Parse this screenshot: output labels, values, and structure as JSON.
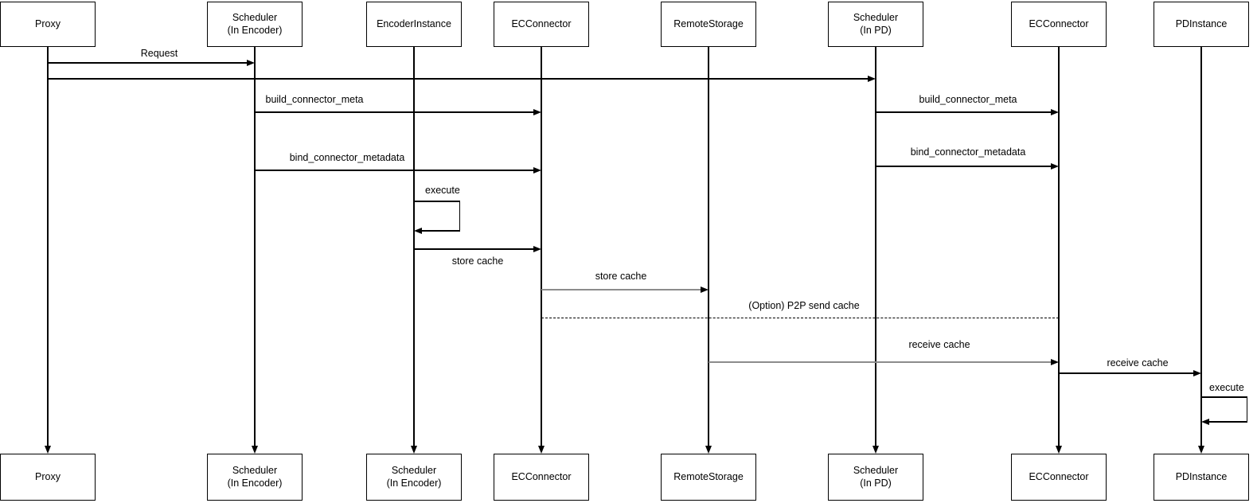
{
  "diagram_type": "uml-sequence-diagram",
  "colors": {
    "background": "#ffffff",
    "line": "#000000",
    "gray_arrow": "#8c8c8c"
  },
  "participants": [
    {
      "top_label": "Proxy",
      "bottom_label": "Proxy"
    },
    {
      "top_label": "Scheduler\n(In Encoder)",
      "bottom_label": "Scheduler\n(In Encoder)"
    },
    {
      "top_label": "EncoderInstance",
      "bottom_label": "Scheduler\n(In Encoder)"
    },
    {
      "top_label": "ECConnector",
      "bottom_label": "ECConnector"
    },
    {
      "top_label": "RemoteStorage",
      "bottom_label": "RemoteStorage"
    },
    {
      "top_label": "Scheduler\n(In PD)",
      "bottom_label": "Scheduler\n(In PD)"
    },
    {
      "top_label": "ECConnector",
      "bottom_label": "ECConnector"
    },
    {
      "top_label": "PDInstance",
      "bottom_label": "PDInstance"
    }
  ],
  "messages": [
    {
      "label": "Request",
      "from": "Proxy",
      "to": "Scheduler (In Encoder)",
      "style": "solid"
    },
    {
      "label": "",
      "from": "Proxy",
      "to": "Scheduler (In PD)",
      "style": "solid"
    },
    {
      "label": "build_connector_meta",
      "from": "Scheduler (In Encoder)",
      "to": "ECConnector",
      "style": "solid"
    },
    {
      "label": "build_connector_meta",
      "from": "Scheduler (In PD)",
      "to": "ECConnector (PD side)",
      "style": "solid"
    },
    {
      "label": "bind_connector_metadata",
      "from": "Scheduler (In Encoder)",
      "to": "ECConnector",
      "style": "solid"
    },
    {
      "label": "bind_connector_metadata",
      "from": "Scheduler (In PD)",
      "to": "ECConnector (PD side)",
      "style": "solid"
    },
    {
      "label": "execute",
      "from": "EncoderInstance",
      "to": "EncoderInstance",
      "style": "self-loop"
    },
    {
      "label": "store cache",
      "from": "EncoderInstance",
      "to": "ECConnector",
      "style": "solid"
    },
    {
      "label": "store cache",
      "from": "ECConnector",
      "to": "RemoteStorage",
      "style": "solid-gray"
    },
    {
      "label": "(Option) P2P send cache",
      "from": "ECConnector",
      "to": "ECConnector (PD side)",
      "style": "dashed"
    },
    {
      "label": "receive cache",
      "from": "RemoteStorage",
      "to": "ECConnector (PD side)",
      "style": "solid-gray"
    },
    {
      "label": "receive cache",
      "from": "ECConnector (PD side)",
      "to": "PDInstance",
      "style": "solid"
    },
    {
      "label": "execute",
      "from": "PDInstance",
      "to": "PDInstance",
      "style": "self-loop"
    }
  ]
}
